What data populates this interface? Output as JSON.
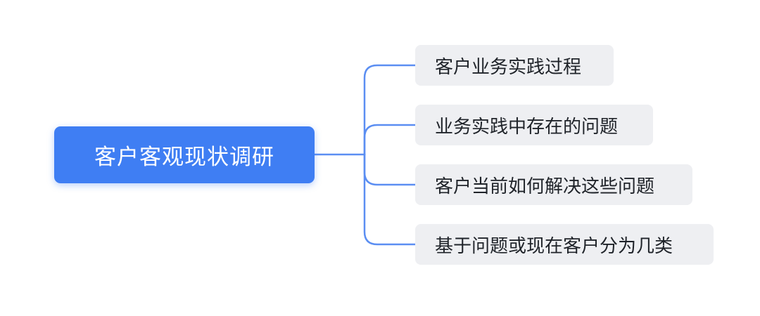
{
  "mindmap": {
    "root": {
      "label": "客户客观现状调研"
    },
    "children": [
      {
        "label": "客户业务实践过程"
      },
      {
        "label": "业务实践中存在的问题"
      },
      {
        "label": "客户当前如何解决这些问题"
      },
      {
        "label": "基于问题或现在客户分为几类"
      }
    ]
  },
  "colors": {
    "root_fill": "#3f7ef3",
    "root_text": "#ffffff",
    "child_fill": "#eeeff2",
    "child_text": "#1f2329",
    "connector": "#5b8ef2"
  }
}
